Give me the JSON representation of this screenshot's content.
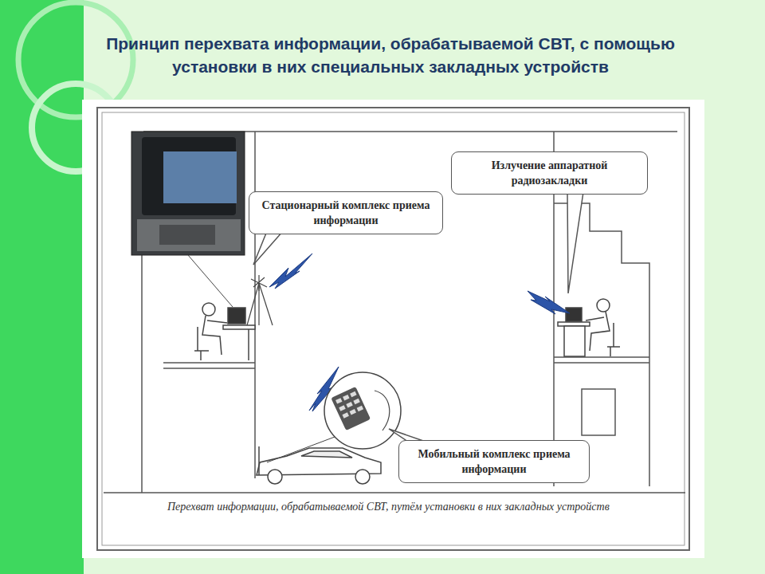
{
  "diagram": {
    "title": "Принцип перехвата информации, обрабатываемой СВТ, с помощью установки в них специальных закладных устройств",
    "caption": "Перехват информации, обрабатываемой СВТ, путём установки в них закладных устройств",
    "nodes": [
      {
        "text": [
          "Стационарный комплекс приема информации"
        ]
      },
      {
        "text": [
          "Излучение аппаратной радиозакладки"
        ]
      },
      {
        "text": [
          "Мобильный комплекс приема информации"
        ]
      }
    ]
  }
}
